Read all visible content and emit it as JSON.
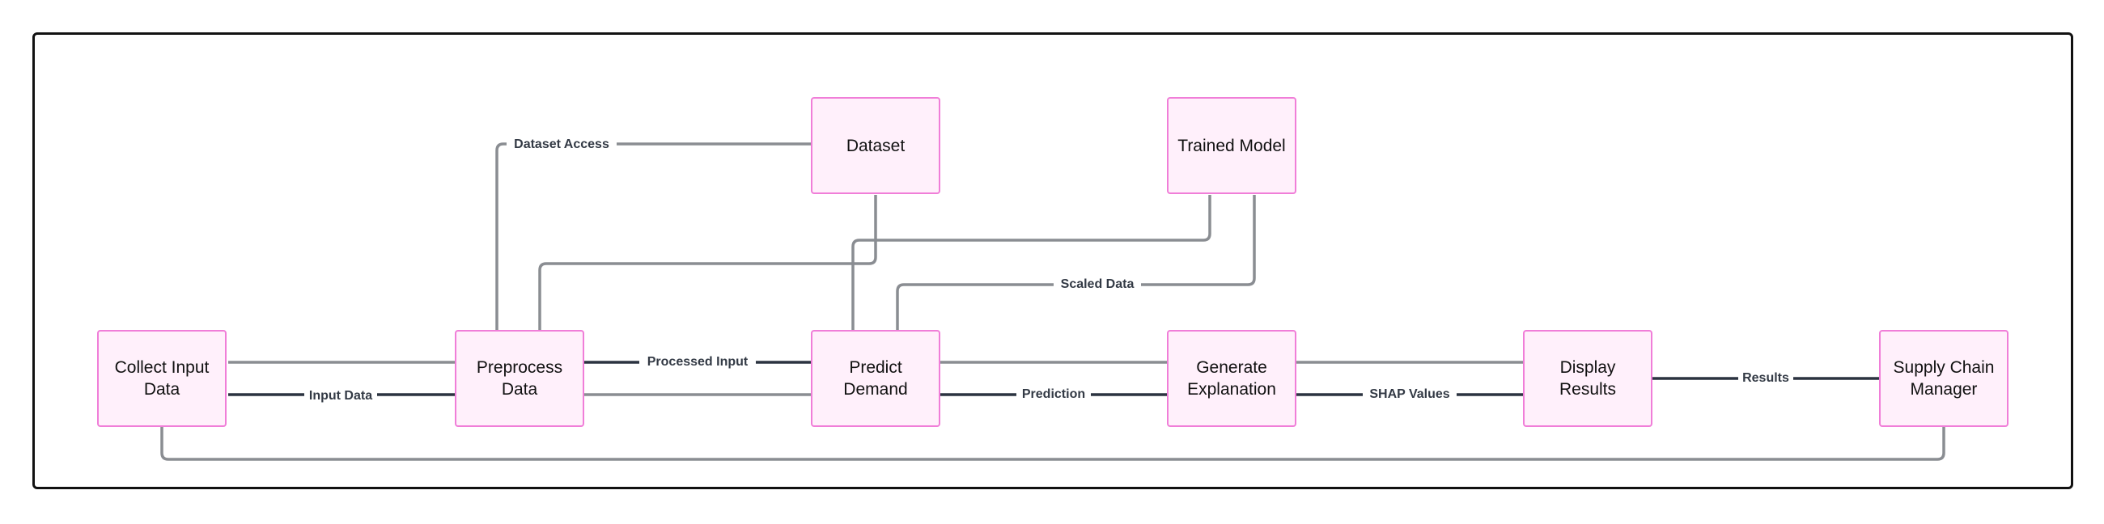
{
  "nodes": {
    "collect_input": "Collect Input Data",
    "preprocess": "Preprocess Data",
    "predict": "Predict Demand",
    "generate": "Generate Explanation",
    "display": "Display Results",
    "manager": "Supply Chain Manager",
    "dataset": "Dataset",
    "trained_model": "Trained Model"
  },
  "edges": {
    "input_data": "Input Data",
    "processed_input": "Processed Input",
    "prediction": "Prediction",
    "shap_values": "SHAP Values",
    "results": "Results",
    "dataset_access": "Dataset Access",
    "scaled_data": "Scaled Data"
  },
  "colors": {
    "node_fill": "#fff0fb",
    "node_border": "#f07ed8",
    "line_dark": "#2b3340",
    "line_light": "#8a8d92",
    "frame": "#111111"
  }
}
